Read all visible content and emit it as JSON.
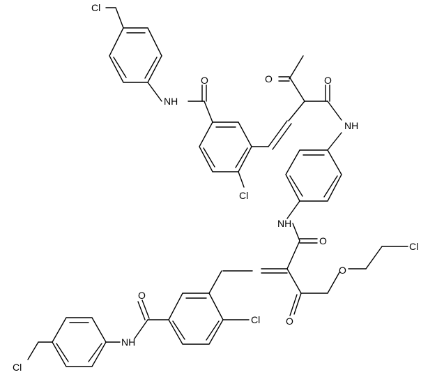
{
  "structure": {
    "atom_labels": {
      "cl_top_left": "Cl",
      "nh_top_amide": "NH",
      "o_top_amide": "O",
      "o_top_acetyl": "O",
      "o_top_keto_amide": "O",
      "nh_top_right": "NH",
      "cl_top_ring": "Cl",
      "nh_middle": "NH",
      "o_middle_amide": "O",
      "o_ether": "O",
      "cl_chloroethyl": "Cl",
      "o_bottom_amide": "O",
      "o_bottom_keto": "O",
      "cl_bottom_ring": "Cl",
      "nh_bottom_amide": "NH",
      "cl_bottom_left": "Cl"
    }
  }
}
